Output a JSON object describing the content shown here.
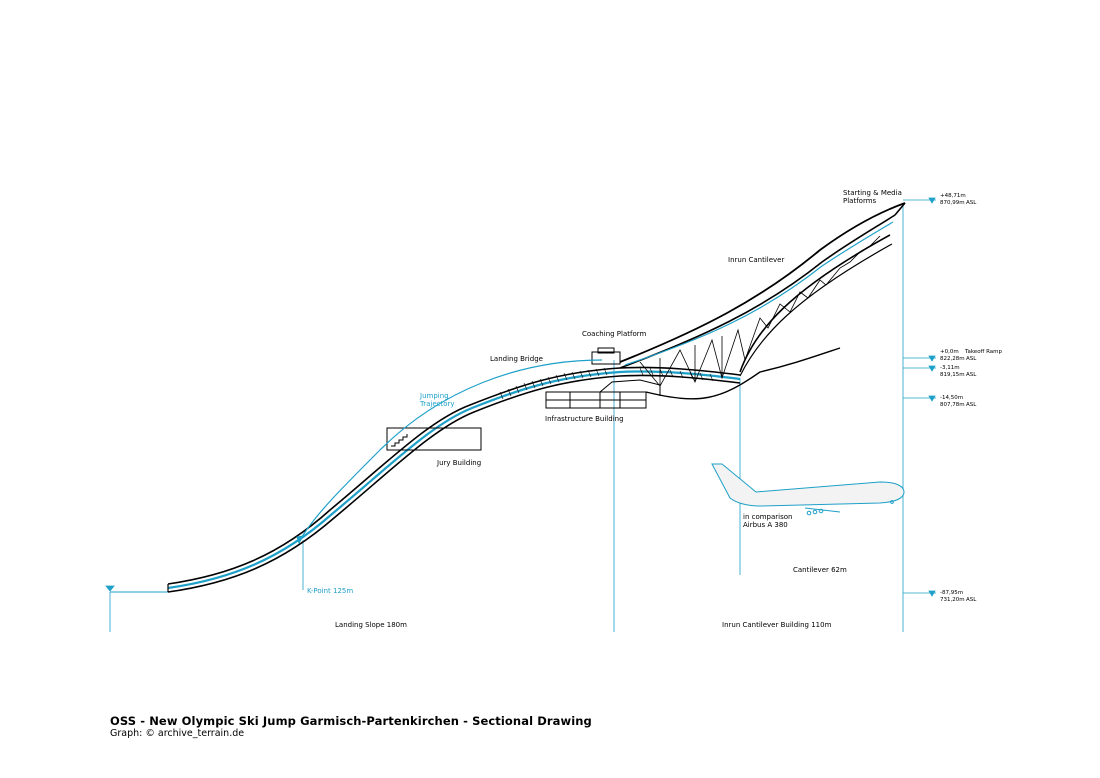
{
  "labels": {
    "starting_platforms": [
      "Starting & Media",
      "Platforms"
    ],
    "inrun_cantilever": "Inrun Cantilever",
    "coaching_platform": "Coaching Platform",
    "landing_bridge": "Landing Bridge",
    "jumping_trajectory": [
      "Jumping",
      "Trajectory"
    ],
    "infrastructure_building": "Infrastructure Building",
    "jury_building": "Jury Building",
    "k_point": "K-Point 125m",
    "airbus": [
      "in comparison",
      "Airbus A 380"
    ],
    "cantilever_length": "Cantilever 62m",
    "landing_slope": "Landing Slope 180m",
    "inrun_building": "Inrun Cantilever Building 110m"
  },
  "levels": [
    {
      "rel": "+48,71m",
      "abs": "870,99m",
      "unit": "ASL",
      "note": ""
    },
    {
      "rel": "+0,0m",
      "abs": "822,28m",
      "unit": "ASL",
      "note": "Takeoff Ramp"
    },
    {
      "rel": "-3,11m",
      "abs": "819,15m",
      "unit": "ASL",
      "note": ""
    },
    {
      "rel": "-14,50m",
      "abs": "807,78m",
      "unit": "ASL",
      "note": ""
    },
    {
      "rel": "-87,95m",
      "abs": "731,20m",
      "unit": "ASL",
      "note": ""
    }
  ],
  "caption": {
    "title": "OSS - New Olympic Ski Jump Garmisch-Partenkirchen - Sectional Drawing",
    "credit": "Graph: © archive_terrain.de"
  },
  "colors": {
    "accent": "#1ea0c8",
    "line": "#000000"
  }
}
